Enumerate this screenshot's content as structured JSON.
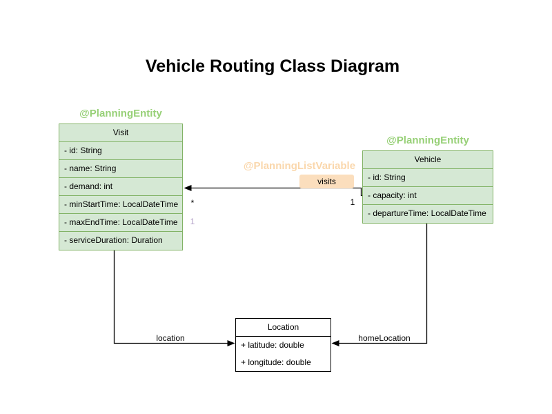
{
  "title": "Vehicle Routing Class Diagram",
  "colors": {
    "class_fill": "#d5e8d4",
    "class_border": "#82b366",
    "annotation_green": "#97d077",
    "annotation_orange": "#fad7ac",
    "label_bg": "#fbdebd",
    "mult_purple": "#b1a0c7",
    "line": "#000000"
  },
  "classes": {
    "visit": {
      "annotation": "@PlanningEntity",
      "name": "Visit",
      "attributes": [
        "- id: String",
        "- name: String",
        "- demand: int",
        "- minStartTime: LocalDateTime",
        "- maxEndTime: LocalDateTime",
        "- serviceDuration: Duration"
      ]
    },
    "vehicle": {
      "annotation": "@PlanningEntity",
      "name": "Vehicle",
      "attributes": [
        "- id: String",
        "- capacity: int",
        "- departureTime: LocalDateTime"
      ]
    },
    "location": {
      "name": "Location",
      "attributes": [
        "+ latitude: double",
        "+ longitude: double"
      ]
    }
  },
  "edges": {
    "visits": {
      "annotation": "@PlanningListVariable",
      "label": "visits",
      "multiplicity_target": "*",
      "multiplicity_source": "1",
      "multiplicity_extra": "1"
    },
    "location": {
      "label": "location"
    },
    "home_location": {
      "label": "homeLocation"
    }
  }
}
